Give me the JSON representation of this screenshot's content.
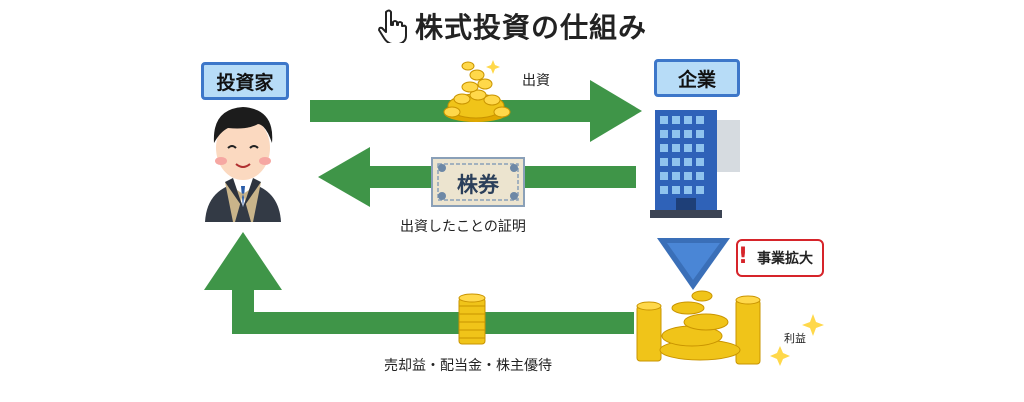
{
  "title": "株式投資の仕組み",
  "icons": {
    "title": "pointing-hand-icon",
    "investor": "businessman-icon",
    "company": "office-building-icon",
    "money": "gold-coins-icon",
    "certificate": "stock-certificate-icon",
    "alert": "exclamation-icon",
    "sparkle": "sparkle-icon"
  },
  "nodes": {
    "investor": "投資家",
    "company": "企業"
  },
  "flows": {
    "investment": "出資",
    "certificate_caption": "出資したことの証明",
    "certificate_text": "株券",
    "return": "売却益・配当金・株主優待"
  },
  "business": {
    "expansion": "事業拡大",
    "profit": "利益"
  },
  "colors": {
    "arrow": "#3f9548",
    "label_border": "#3d77c9",
    "label_fill": "#b7dcf7",
    "badge_border": "#d6242a",
    "triangle": "#3a6fb8",
    "coin": "#f0c419"
  }
}
